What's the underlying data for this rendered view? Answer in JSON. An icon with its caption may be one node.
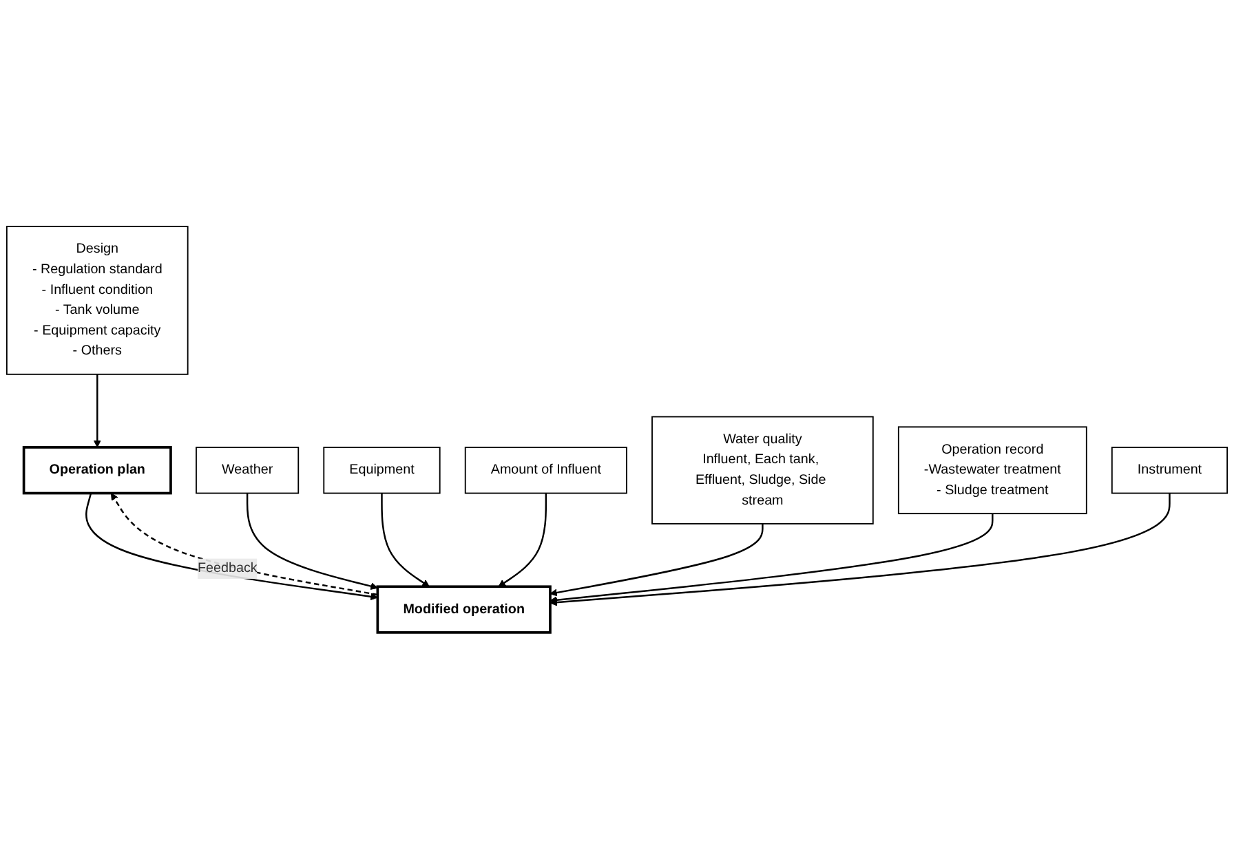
{
  "diagram": {
    "nodes": [
      {
        "text": [
          "Design",
          "- Regulation standard",
          "- Influent condition",
          "- Tank volume",
          "- Equipment capacity",
          "- Others"
        ]
      },
      {
        "text": [
          "Operation plan"
        ]
      },
      {
        "text": [
          "Weather"
        ]
      },
      {
        "text": [
          "Equipment"
        ]
      },
      {
        "text": [
          "Amount of Influent"
        ]
      },
      {
        "text": [
          "Water quality",
          "Influent, Each tank, Effluent, Sludge, Side stream"
        ]
      },
      {
        "text": [
          "Operation record",
          "-Wastewater treatment",
          "- Sludge treatment"
        ]
      },
      {
        "text": [
          "Instrument"
        ]
      },
      {
        "text": [
          "Modified operation"
        ]
      }
    ],
    "edges": [
      {
        "from": 0,
        "to": 1,
        "arrow": "to"
      },
      {
        "from": 1,
        "to": 8,
        "arrow": "to"
      },
      {
        "from": 2,
        "to": 8,
        "arrow": "to"
      },
      {
        "from": 3,
        "to": 8,
        "arrow": "to"
      },
      {
        "from": 4,
        "to": 8,
        "arrow": "to"
      },
      {
        "from": 5,
        "to": 8,
        "arrow": "to"
      },
      {
        "from": 6,
        "to": 8,
        "arrow": "to"
      },
      {
        "from": 7,
        "to": 8,
        "arrow": "to"
      },
      {
        "from": 8,
        "to": 1,
        "arrow": "to",
        "style": "dashed",
        "label": "Feedback"
      }
    ]
  }
}
